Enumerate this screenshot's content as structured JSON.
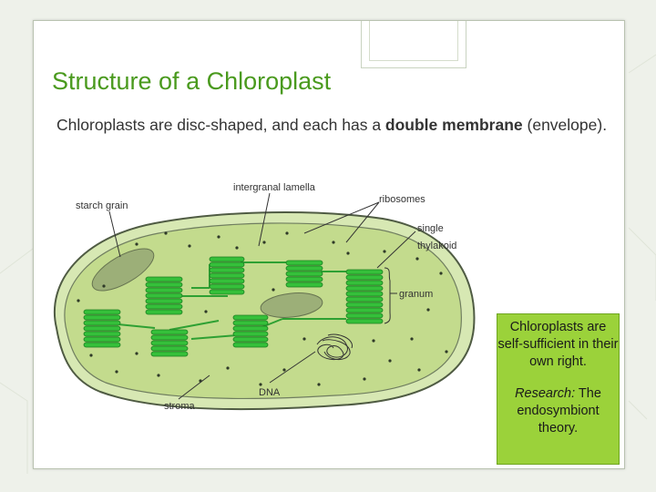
{
  "slide": {
    "title": "Structure of a Chloroplast",
    "intro_before": "Chloroplasts are disc-shaped, and each has a ",
    "intro_bold": "double membrane",
    "intro_after": " (envelope)."
  },
  "diagram": {
    "labels": {
      "intergranal_lamella": "intergranal lamella",
      "starch_grain": "starch grain",
      "ribosomes": "ribosomes",
      "single_thylakoid_1": "single",
      "single_thylakoid_2": "thylakoid",
      "granum": "granum",
      "dna": "DNA",
      "stroma": "stroma"
    }
  },
  "callout": {
    "line1": "Chloroplasts are self-sufficient in their own right.",
    "research_italic": "Research:",
    "research_rest": " The endosymbiont theory."
  },
  "colors": {
    "title": "#4a9a1e",
    "callout_bg": "#9bd23a",
    "membrane": "#d7e8b3",
    "stroma": "#c3db8d",
    "granum": "#35c03a"
  }
}
